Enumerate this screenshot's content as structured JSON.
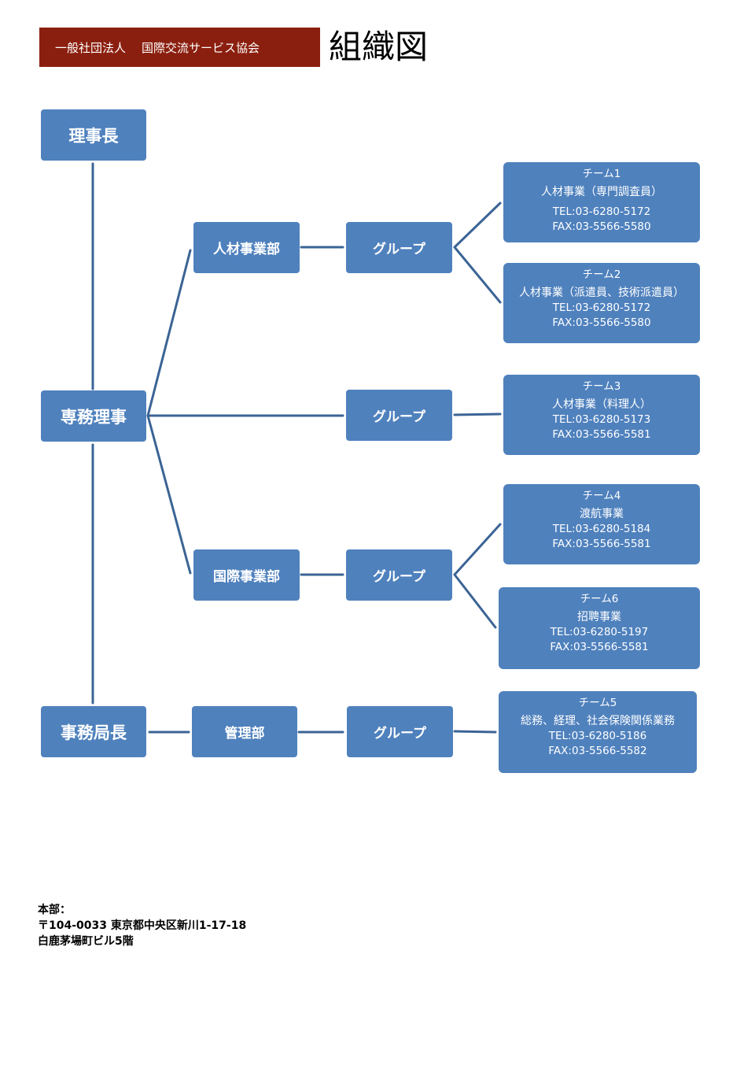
{
  "header": {
    "org_type": "一般社団法人",
    "org_name": "国際交流サービス協会",
    "title": "組織図"
  },
  "nodes": {
    "chairman": "理事長",
    "managing_director": "専務理事",
    "secretary_general": "事務局長",
    "hr_division": "人材事業部",
    "intl_division": "国際事業部",
    "admin_division": "管理部",
    "group_hr": "グループ",
    "group_mid": "グループ",
    "group_intl": "グループ",
    "group_admin": "グループ"
  },
  "teams": [
    {
      "name": "チーム1",
      "desc": "人材事業（専門調査員）",
      "tel": "TEL:03-6280-5172",
      "fax": "FAX:03-5566-5580"
    },
    {
      "name": "チーム2",
      "desc": "人材事業（派遣員、技術派遣員）",
      "tel": "TEL:03-6280-5172",
      "fax": "FAX:03-5566-5580"
    },
    {
      "name": "チーム3",
      "desc": "人材事業（料理人）",
      "tel": "TEL:03-6280-5173",
      "fax": "FAX:03-5566-5581"
    },
    {
      "name": "チーム4",
      "desc": "渡航事業",
      "tel": "TEL:03-6280-5184",
      "fax": "FAX:03-5566-5581"
    },
    {
      "name": "チーム6",
      "desc": "招聘事業",
      "tel": "TEL:03-6280-5197",
      "fax": "FAX:03-5566-5581"
    },
    {
      "name": "チーム5",
      "desc": "総務、経理、社会保険関係業務",
      "tel": "TEL:03-6280-5186",
      "fax": "FAX:03-5566-5582"
    }
  ],
  "address": {
    "label": "本部：",
    "line1": "〒104-0033 東京都中央区新川1-17-18",
    "line2": "白鹿茅場町ビル5階"
  },
  "colors": {
    "banner": "#8b1f0f",
    "node": "#4f81bd",
    "connector": "#3b6495"
  }
}
